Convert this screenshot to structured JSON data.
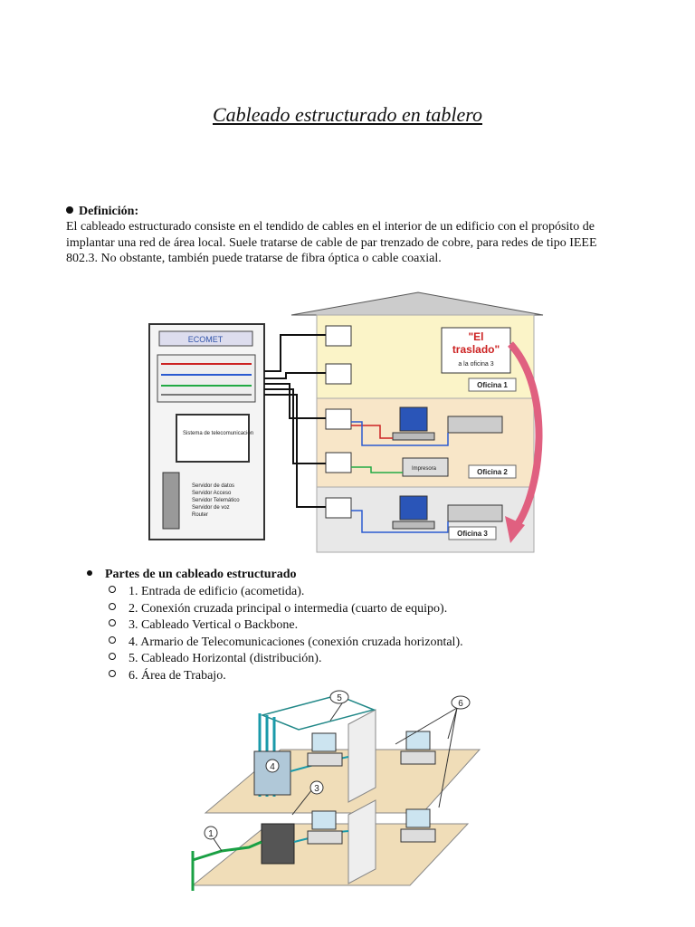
{
  "title": "Cableado estructurado en tablero",
  "definition": {
    "heading": "Definición:",
    "text": "El cableado estructurado consiste en el tendido de cables en el interior de un edificio con el propósito de implantar una red de área local. Suele tratarse de cable de par trenzado de cobre, para redes de tipo IEEE 802.3. No obstante, también puede tratarse de fibra óptica o cable coaxial."
  },
  "figure1": {
    "rack_label": "ECOMET",
    "rack_panel": "Sistema de telecomunicación",
    "servers": [
      "Servidor de datos",
      "Servidor Acceso",
      "Servidor Telemático",
      "Servidor de voz",
      "Router"
    ],
    "callout_line1": "\"El",
    "callout_line2": "traslado\"",
    "callout_line3": "a la oficina 3",
    "office1": "Oficina 1",
    "office2": "Oficina 2",
    "office3": "Oficina 3",
    "printer_label": "Impresora"
  },
  "parts": {
    "heading": "Partes de un cableado estructurado",
    "items": [
      "1. Entrada de edificio (acometida).",
      "2. Conexión cruzada principal o intermedia (cuarto de equipo).",
      "3. Cableado Vertical o Backbone.",
      "4. Armario de Telecomunicaciones (conexión cruzada horizontal).",
      "5. Cableado Horizontal (distribución).",
      "6. Área de Trabajo."
    ]
  },
  "figure2": {
    "labels": [
      "1",
      "3",
      "4",
      "5",
      "6"
    ]
  }
}
